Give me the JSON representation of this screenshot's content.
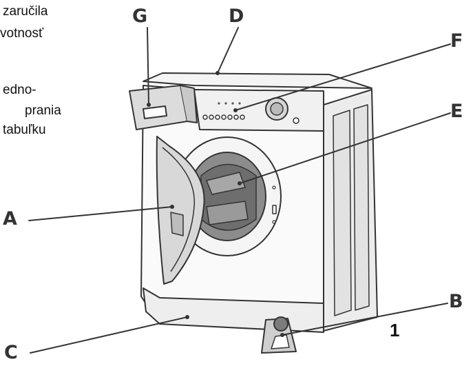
{
  "text_lines": [
    "zaručila",
    "votnosť",
    "edno-",
    "prania",
    "tabuľku"
  ],
  "callouts": {
    "G": "G",
    "D": "D",
    "F": "F",
    "E": "E",
    "A": "A",
    "B": "B",
    "C": "C"
  },
  "figure_number": "1",
  "colors": {
    "ink": "#333333",
    "shade": "#cfcfcf",
    "dark": "#6e6e6e",
    "paper": "#ffffff"
  }
}
